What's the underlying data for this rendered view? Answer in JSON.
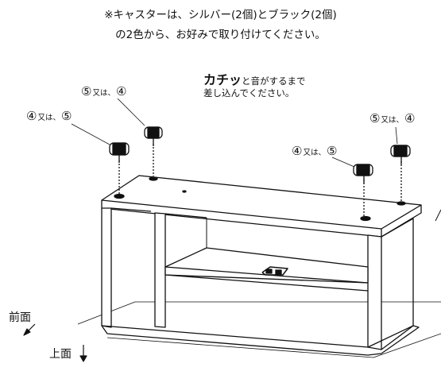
{
  "notes": {
    "line1": "※キャスターは、シルバー(2個)とブラック(2個)",
    "line2": "の2色から、お好みで取り付けてください。"
  },
  "instruction": {
    "emph": "カチッ",
    "rest1": "と音がするまで",
    "line2": "差し込んでください。"
  },
  "caster_labels": [
    {
      "a": "⑤",
      "sep": "又は、",
      "b": "④"
    },
    {
      "a": "④",
      "sep": "又は、",
      "b": "⑤"
    },
    {
      "a": "⑤",
      "sep": "又は、",
      "b": "④"
    },
    {
      "a": "④",
      "sep": "又は、",
      "b": "⑤"
    }
  ],
  "faces": {
    "front": "前面",
    "top": "上面"
  }
}
